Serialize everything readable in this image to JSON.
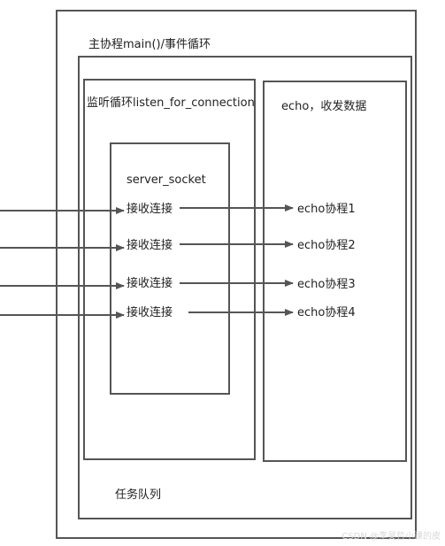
{
  "main_loop": {
    "title": "主协程main()/事件循环"
  },
  "task_queue": {
    "label": "任务队列"
  },
  "listen_loop": {
    "title": "监听循环listen_for_connection"
  },
  "server_socket": {
    "label": "server_socket",
    "accepts": [
      "接收连接",
      "接收连接",
      "接收连接",
      "接收连接"
    ]
  },
  "echo": {
    "title": "echo，收发数据",
    "coroutines": [
      "echo协程1",
      "echo协程2",
      "echo协程3",
      "echo协程4"
    ]
  },
  "watermark": "CSDN @李昊哲小课的皮"
}
